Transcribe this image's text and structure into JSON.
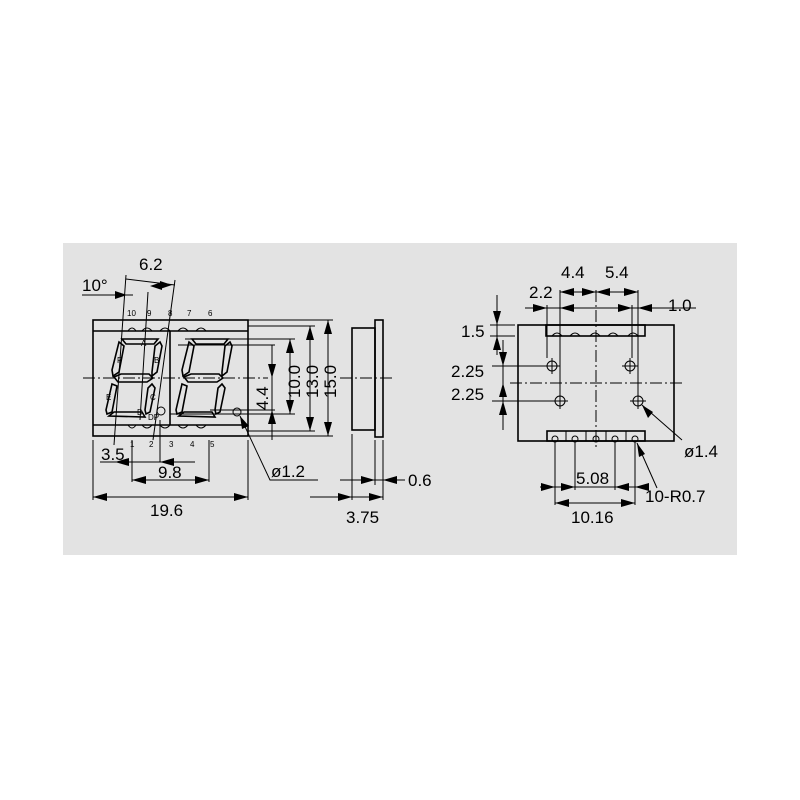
{
  "colors": {
    "panel": "#e3e3e3",
    "ink": "#000000"
  },
  "front_view": {
    "dims": {
      "width_total": "19.6",
      "pin_span": "9.8",
      "pin_offset": "3.5",
      "digit_pitch": "6.2",
      "slant": "10°",
      "dp_hole": "ø1.2",
      "seg_offset": "4.4",
      "digit_height": "10.0",
      "window_height": "13.0",
      "body_height": "15.0"
    },
    "top_pins": [
      "10",
      "9",
      "8",
      "7",
      "6"
    ],
    "bottom_pins": [
      "1",
      "2",
      "3",
      "4",
      "5"
    ],
    "segments": [
      "A",
      "B",
      "C",
      "D",
      "E",
      "F",
      "DP"
    ]
  },
  "side_view": {
    "dims": {
      "thickness": "3.75",
      "flange": "0.6"
    }
  },
  "bottom_view": {
    "dims": {
      "a": "4.4",
      "b": "5.4",
      "c": "2.2",
      "d": "1.0",
      "e": "1.5",
      "f1": "2.25",
      "f2": "2.25",
      "hole": "ø1.4",
      "pitch": "5.08",
      "radius": "10-R0.7",
      "span": "10.16"
    }
  }
}
